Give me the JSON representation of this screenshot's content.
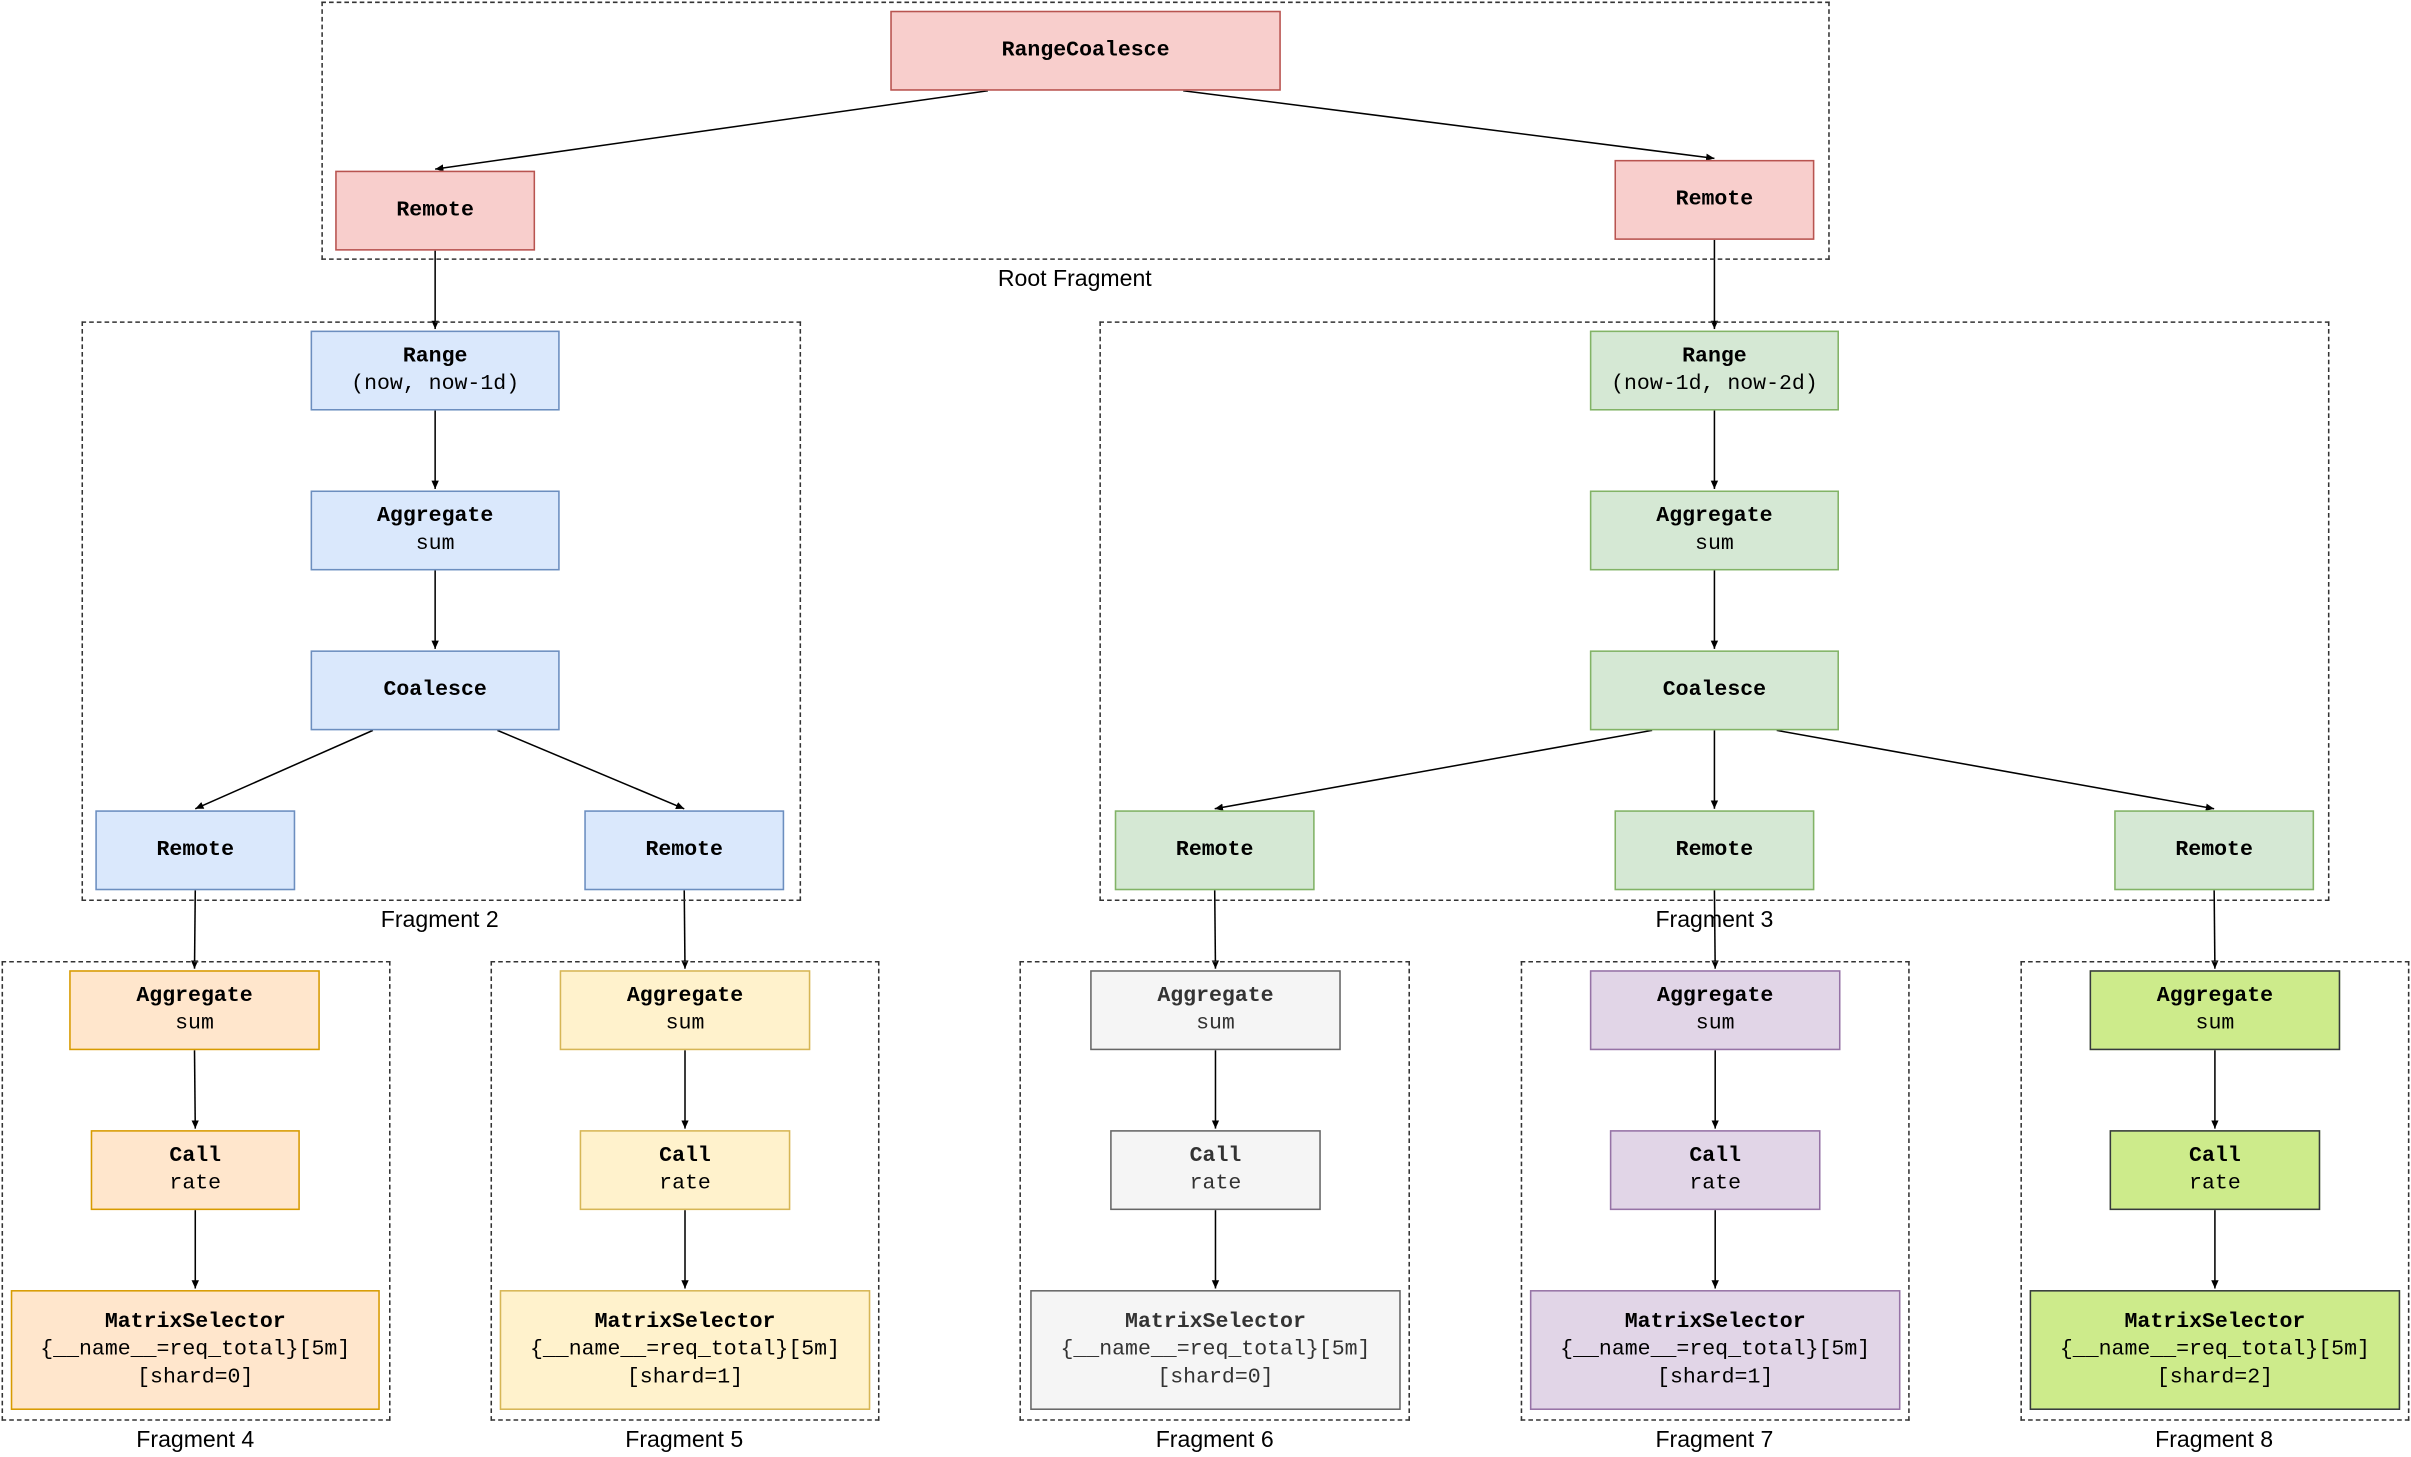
{
  "fragments": {
    "root": "Root Fragment",
    "f2": "Fragment 2",
    "f3": "Fragment 3",
    "f4": "Fragment 4",
    "f5": "Fragment 5",
    "f6": "Fragment 6",
    "f7": "Fragment 7",
    "f8": "Fragment 8"
  },
  "nodes": {
    "range_coalesce": {
      "title": "RangeCoalesce"
    },
    "root_remote_left": {
      "title": "Remote"
    },
    "root_remote_right": {
      "title": "Remote"
    },
    "f2_range": {
      "title": "Range",
      "sub": "(now, now-1d)"
    },
    "f2_aggregate": {
      "title": "Aggregate",
      "sub": "sum"
    },
    "f2_coalesce": {
      "title": "Coalesce"
    },
    "f2_remote_left": {
      "title": "Remote"
    },
    "f2_remote_right": {
      "title": "Remote"
    },
    "f3_range": {
      "title": "Range",
      "sub": "(now-1d, now-2d)"
    },
    "f3_aggregate": {
      "title": "Aggregate",
      "sub": "sum"
    },
    "f3_coalesce": {
      "title": "Coalesce"
    },
    "f3_remote_left": {
      "title": "Remote"
    },
    "f3_remote_mid": {
      "title": "Remote"
    },
    "f3_remote_right": {
      "title": "Remote"
    },
    "f4_aggregate": {
      "title": "Aggregate",
      "sub": "sum"
    },
    "f4_call": {
      "title": "Call",
      "sub": "rate"
    },
    "f4_selector": {
      "title": "MatrixSelector",
      "sub": "{__name__=req_total}[5m]",
      "sub2": "[shard=0]"
    },
    "f5_aggregate": {
      "title": "Aggregate",
      "sub": "sum"
    },
    "f5_call": {
      "title": "Call",
      "sub": "rate"
    },
    "f5_selector": {
      "title": "MatrixSelector",
      "sub": "{__name__=req_total}[5m]",
      "sub2": "[shard=1]"
    },
    "f6_aggregate": {
      "title": "Aggregate",
      "sub": "sum"
    },
    "f6_call": {
      "title": "Call",
      "sub": "rate"
    },
    "f6_selector": {
      "title": "MatrixSelector",
      "sub": "{__name__=req_total}[5m]",
      "sub2": "[shard=0]"
    },
    "f7_aggregate": {
      "title": "Aggregate",
      "sub": "sum"
    },
    "f7_call": {
      "title": "Call",
      "sub": "rate"
    },
    "f7_selector": {
      "title": "MatrixSelector",
      "sub": "{__name__=req_total}[5m]",
      "sub2": "[shard=1]"
    },
    "f8_aggregate": {
      "title": "Aggregate",
      "sub": "sum"
    },
    "f8_call": {
      "title": "Call",
      "sub": "rate"
    },
    "f8_selector": {
      "title": "MatrixSelector",
      "sub": "{__name__=req_total}[5m]",
      "sub2": "[shard=2]"
    }
  },
  "edges": [
    [
      "range_coalesce",
      "root_remote_left"
    ],
    [
      "range_coalesce",
      "root_remote_right"
    ],
    [
      "root_remote_left",
      "f2_range"
    ],
    [
      "root_remote_right",
      "f3_range"
    ],
    [
      "f2_range",
      "f2_aggregate"
    ],
    [
      "f2_aggregate",
      "f2_coalesce"
    ],
    [
      "f2_coalesce",
      "f2_remote_left"
    ],
    [
      "f2_coalesce",
      "f2_remote_right"
    ],
    [
      "f3_range",
      "f3_aggregate"
    ],
    [
      "f3_aggregate",
      "f3_coalesce"
    ],
    [
      "f3_coalesce",
      "f3_remote_left"
    ],
    [
      "f3_coalesce",
      "f3_remote_mid"
    ],
    [
      "f3_coalesce",
      "f3_remote_right"
    ],
    [
      "f2_remote_left",
      "f4_aggregate"
    ],
    [
      "f2_remote_right",
      "f5_aggregate"
    ],
    [
      "f3_remote_left",
      "f6_aggregate"
    ],
    [
      "f3_remote_mid",
      "f7_aggregate"
    ],
    [
      "f3_remote_right",
      "f8_aggregate"
    ],
    [
      "f4_aggregate",
      "f4_call"
    ],
    [
      "f4_call",
      "f4_selector"
    ],
    [
      "f5_aggregate",
      "f5_call"
    ],
    [
      "f5_call",
      "f5_selector"
    ],
    [
      "f6_aggregate",
      "f6_call"
    ],
    [
      "f6_call",
      "f6_selector"
    ],
    [
      "f7_aggregate",
      "f7_call"
    ],
    [
      "f7_call",
      "f7_selector"
    ],
    [
      "f8_aggregate",
      "f8_call"
    ],
    [
      "f8_call",
      "f8_selector"
    ]
  ],
  "colors": {
    "root": {
      "fill": "#f8cecc",
      "stroke": "#b85450"
    },
    "fragment2": {
      "fill": "#dae8fc",
      "stroke": "#6c8ebf"
    },
    "fragment3": {
      "fill": "#d5e8d4",
      "stroke": "#82b366"
    },
    "fragment4": {
      "fill": "#ffe6cc",
      "stroke": "#d79b00"
    },
    "fragment5": {
      "fill": "#fff2cc",
      "stroke": "#d6b656"
    },
    "fragment6": {
      "fill": "#f5f5f5",
      "stroke": "#666666"
    },
    "fragment7": {
      "fill": "#e1d5e7",
      "stroke": "#9673a6"
    },
    "fragment8": {
      "fill": "#cdeb8b",
      "stroke": "#36393d"
    },
    "edge": "#000000",
    "frame": "#333333"
  }
}
